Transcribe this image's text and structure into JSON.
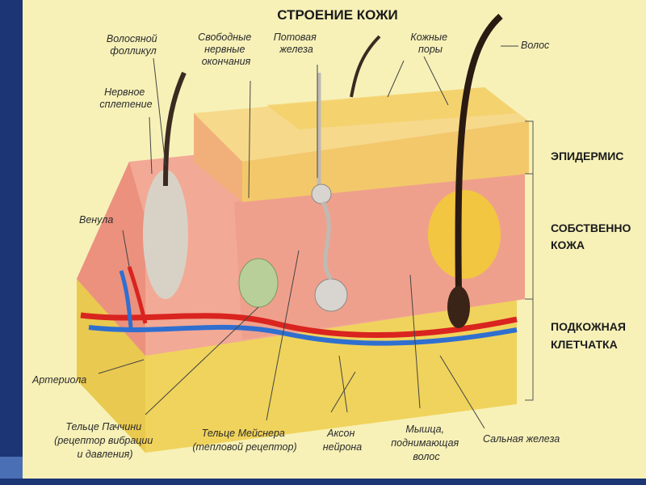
{
  "title": "СТРОЕНИЕ КОЖИ",
  "labels": {
    "hair_follicle": [
      "Волосяной",
      "фолликул"
    ],
    "nerve_plexus": [
      "Нервное",
      "сплетение"
    ],
    "free_nerve_endings": [
      "Свободные",
      "нервные",
      "окончания"
    ],
    "sweat_gland": [
      "Потовая",
      "железа"
    ],
    "skin_pores": [
      "Кожные",
      "поры"
    ],
    "hair": [
      "Волос"
    ],
    "venule": [
      "Венула"
    ],
    "arteriole": [
      "Артериола"
    ],
    "pacinian": [
      "Тельце Паччини",
      "(рецептор вибрации",
      "и давления)"
    ],
    "meissner": [
      "Тельце Мейснера",
      "(тепловой рецептор)"
    ],
    "axon": [
      "Аксон",
      "нейрона"
    ],
    "muscle": [
      "Мышца,",
      "поднимающая",
      "волос"
    ],
    "sebaceous": [
      "Сальная железа"
    ]
  },
  "layers": {
    "epidermis": "ЭПИДЕРМИС",
    "dermis": [
      "СОБСТВЕННО",
      "КОЖА"
    ],
    "hypodermis": [
      "ПОДКОЖНАЯ",
      "КЛЕТЧАТКА"
    ]
  },
  "colors": {
    "background": "#f7f1b8",
    "frame": "#1c3574",
    "epidermis": "#f3c86a",
    "dermis": "#f2a996",
    "hypodermis": "#f6e27a",
    "artery": "#d9241f",
    "vein": "#2f6fd0"
  }
}
